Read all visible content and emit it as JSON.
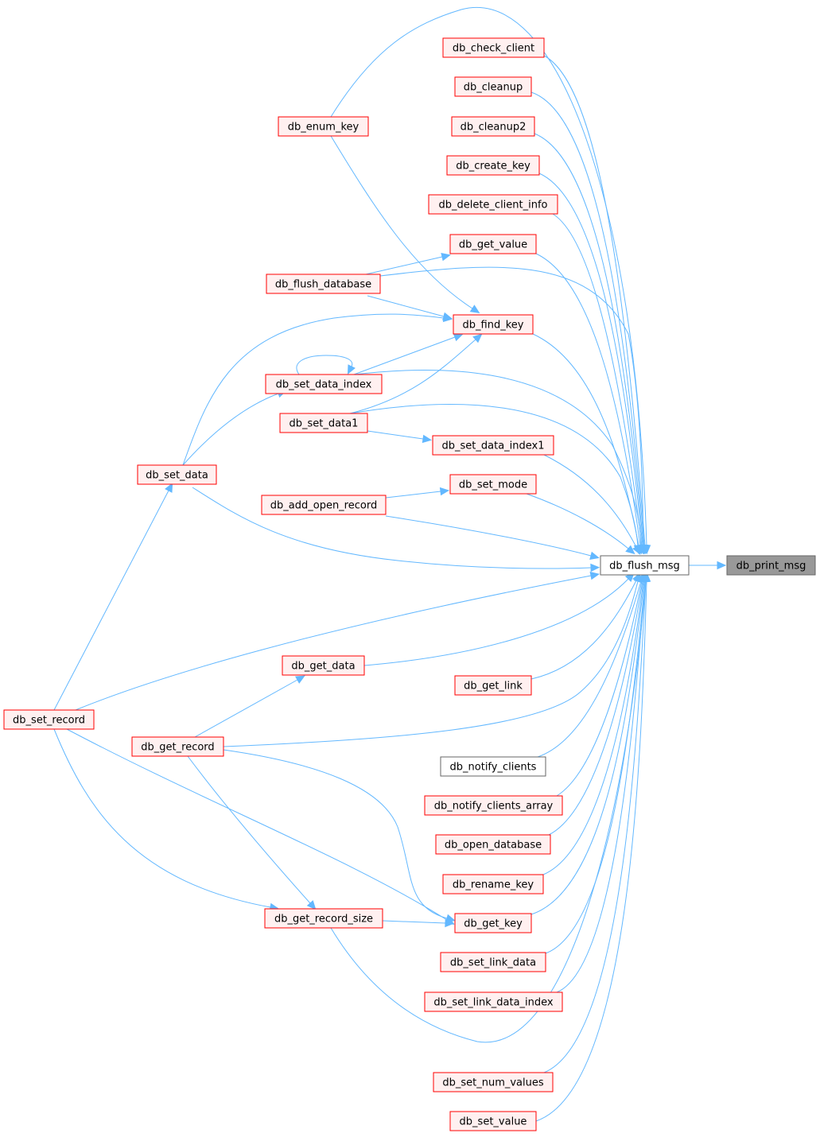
{
  "colors": {
    "edge": "#63b8ff",
    "documented_fill": "#fff0f0",
    "documented_border": "#ff0000",
    "undocumented_fill": "#ffffff",
    "undocumented_border": "#666666",
    "focus_fill": "#999999",
    "focus_border": "#666666"
  },
  "nodes": {
    "db_print_msg": {
      "label": "db_print_msg",
      "kind": "focus"
    },
    "db_flush_msg": {
      "label": "db_flush_msg",
      "kind": "undocumented"
    },
    "db_check_client": {
      "label": "db_check_client",
      "kind": "documented"
    },
    "db_cleanup": {
      "label": "db_cleanup",
      "kind": "documented"
    },
    "db_cleanup2": {
      "label": "db_cleanup2",
      "kind": "documented"
    },
    "db_create_key": {
      "label": "db_create_key",
      "kind": "documented"
    },
    "db_delete_client_info": {
      "label": "db_delete_client_info",
      "kind": "documented"
    },
    "db_get_value": {
      "label": "db_get_value",
      "kind": "documented"
    },
    "db_find_key": {
      "label": "db_find_key",
      "kind": "documented"
    },
    "db_set_data_index1": {
      "label": "db_set_data_index1",
      "kind": "documented"
    },
    "db_set_mode": {
      "label": "db_set_mode",
      "kind": "documented"
    },
    "db_get_data": {
      "label": "db_get_data",
      "kind": "documented"
    },
    "db_get_link": {
      "label": "db_get_link",
      "kind": "documented"
    },
    "db_notify_clients": {
      "label": "db_notify_clients",
      "kind": "undocumented"
    },
    "db_notify_clients_array": {
      "label": "db_notify_clients_array",
      "kind": "documented"
    },
    "db_open_database": {
      "label": "db_open_database",
      "kind": "documented"
    },
    "db_rename_key": {
      "label": "db_rename_key",
      "kind": "documented"
    },
    "db_get_key": {
      "label": "db_get_key",
      "kind": "documented"
    },
    "db_set_link_data": {
      "label": "db_set_link_data",
      "kind": "documented"
    },
    "db_set_link_data_index": {
      "label": "db_set_link_data_index",
      "kind": "documented"
    },
    "db_set_num_values": {
      "label": "db_set_num_values",
      "kind": "documented"
    },
    "db_set_value": {
      "label": "db_set_value",
      "kind": "documented"
    },
    "db_enum_key": {
      "label": "db_enum_key",
      "kind": "documented"
    },
    "db_flush_database": {
      "label": "db_flush_database",
      "kind": "documented"
    },
    "db_set_data_index": {
      "label": "db_set_data_index",
      "kind": "documented"
    },
    "db_set_data1": {
      "label": "db_set_data1",
      "kind": "documented"
    },
    "db_add_open_record": {
      "label": "db_add_open_record",
      "kind": "documented"
    },
    "db_get_record": {
      "label": "db_get_record",
      "kind": "documented"
    },
    "db_get_record_size": {
      "label": "db_get_record_size",
      "kind": "documented"
    },
    "db_set_data": {
      "label": "db_set_data",
      "kind": "documented"
    },
    "db_set_record": {
      "label": "db_set_record",
      "kind": "documented"
    }
  },
  "edges": [
    {
      "from": "db_flush_msg",
      "to": "db_print_msg"
    },
    {
      "from": "db_check_client",
      "to": "db_flush_msg"
    },
    {
      "from": "db_cleanup",
      "to": "db_flush_msg"
    },
    {
      "from": "db_cleanup2",
      "to": "db_flush_msg"
    },
    {
      "from": "db_create_key",
      "to": "db_flush_msg"
    },
    {
      "from": "db_delete_client_info",
      "to": "db_flush_msg"
    },
    {
      "from": "db_get_value",
      "to": "db_flush_msg"
    },
    {
      "from": "db_find_key",
      "to": "db_flush_msg"
    },
    {
      "from": "db_set_data_index1",
      "to": "db_flush_msg"
    },
    {
      "from": "db_set_mode",
      "to": "db_flush_msg"
    },
    {
      "from": "db_get_data",
      "to": "db_flush_msg"
    },
    {
      "from": "db_get_link",
      "to": "db_flush_msg"
    },
    {
      "from": "db_notify_clients",
      "to": "db_flush_msg"
    },
    {
      "from": "db_notify_clients_array",
      "to": "db_flush_msg"
    },
    {
      "from": "db_open_database",
      "to": "db_flush_msg"
    },
    {
      "from": "db_rename_key",
      "to": "db_flush_msg"
    },
    {
      "from": "db_get_key",
      "to": "db_flush_msg"
    },
    {
      "from": "db_set_link_data",
      "to": "db_flush_msg"
    },
    {
      "from": "db_set_link_data_index",
      "to": "db_flush_msg"
    },
    {
      "from": "db_set_num_values",
      "to": "db_flush_msg"
    },
    {
      "from": "db_set_value",
      "to": "db_flush_msg"
    },
    {
      "from": "db_enum_key",
      "to": "db_flush_msg"
    },
    {
      "from": "db_flush_database",
      "to": "db_flush_msg"
    },
    {
      "from": "db_set_data_index",
      "to": "db_flush_msg"
    },
    {
      "from": "db_set_data1",
      "to": "db_flush_msg"
    },
    {
      "from": "db_add_open_record",
      "to": "db_flush_msg"
    },
    {
      "from": "db_get_record",
      "to": "db_flush_msg"
    },
    {
      "from": "db_get_record_size",
      "to": "db_flush_msg"
    },
    {
      "from": "db_set_data",
      "to": "db_flush_msg"
    },
    {
      "from": "db_set_record",
      "to": "db_flush_msg"
    },
    {
      "from": "db_enum_key",
      "to": "db_find_key"
    },
    {
      "from": "db_flush_database",
      "to": "db_get_value"
    },
    {
      "from": "db_flush_database",
      "to": "db_find_key"
    },
    {
      "from": "db_set_data_index",
      "to": "db_find_key"
    },
    {
      "from": "db_set_data_index",
      "to": "db_set_data_index"
    },
    {
      "from": "db_set_data1",
      "to": "db_find_key"
    },
    {
      "from": "db_set_data1",
      "to": "db_set_data_index1"
    },
    {
      "from": "db_add_open_record",
      "to": "db_set_mode"
    },
    {
      "from": "db_get_record",
      "to": "db_get_data"
    },
    {
      "from": "db_get_record",
      "to": "db_get_key"
    },
    {
      "from": "db_get_record_size",
      "to": "db_get_key"
    },
    {
      "from": "db_get_record",
      "to": "db_get_record_size"
    },
    {
      "from": "db_set_data",
      "to": "db_find_key"
    },
    {
      "from": "db_set_data",
      "to": "db_set_data_index"
    },
    {
      "from": "db_set_record",
      "to": "db_set_data"
    },
    {
      "from": "db_set_record",
      "to": "db_get_key"
    },
    {
      "from": "db_set_record",
      "to": "db_get_record_size"
    }
  ]
}
